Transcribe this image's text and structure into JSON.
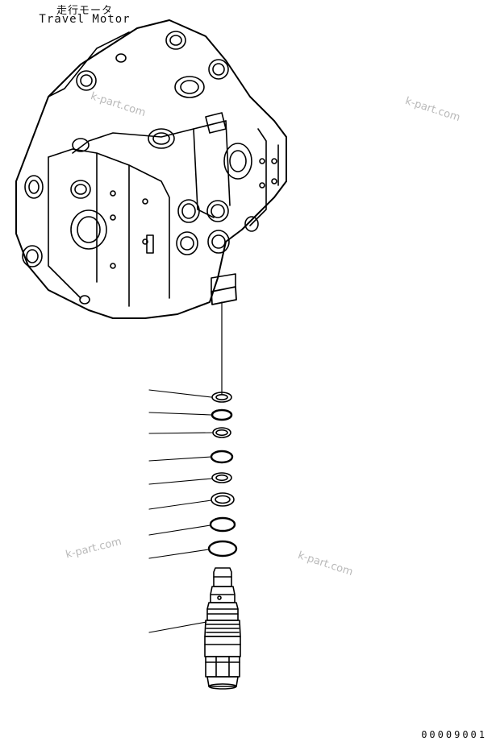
{
  "header": {
    "title_jp": "走行モータ",
    "title_en": "Travel Motor"
  },
  "watermarks": [
    "k-part.com",
    "k-part.com",
    "k-part.com",
    "k-part.com"
  ],
  "drawing_code": "00009001",
  "parts": {
    "callout_count": 9,
    "ring_count": 8
  }
}
